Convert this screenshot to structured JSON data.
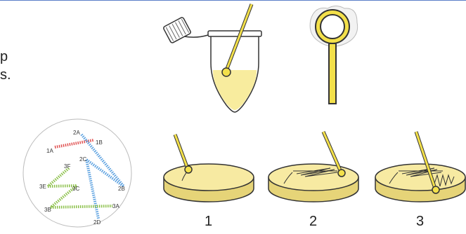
{
  "left_text": [
    "p",
    "s."
  ],
  "step_labels": [
    "1",
    "2",
    "3"
  ],
  "streak_points": [
    "2A",
    "1B",
    "1A",
    "2C",
    "3F",
    "3E",
    "3C",
    "2B",
    "3B",
    "3A",
    "2D"
  ],
  "colors": {
    "agar": "#f5e79a",
    "agar_dark": "#d9c86a",
    "loop_yellow": "#f3e04a",
    "streak_red": "#e05050",
    "streak_blue": "#5aa0e0",
    "streak_green": "#8cc04a",
    "top_rule": "#5a7fc8"
  }
}
